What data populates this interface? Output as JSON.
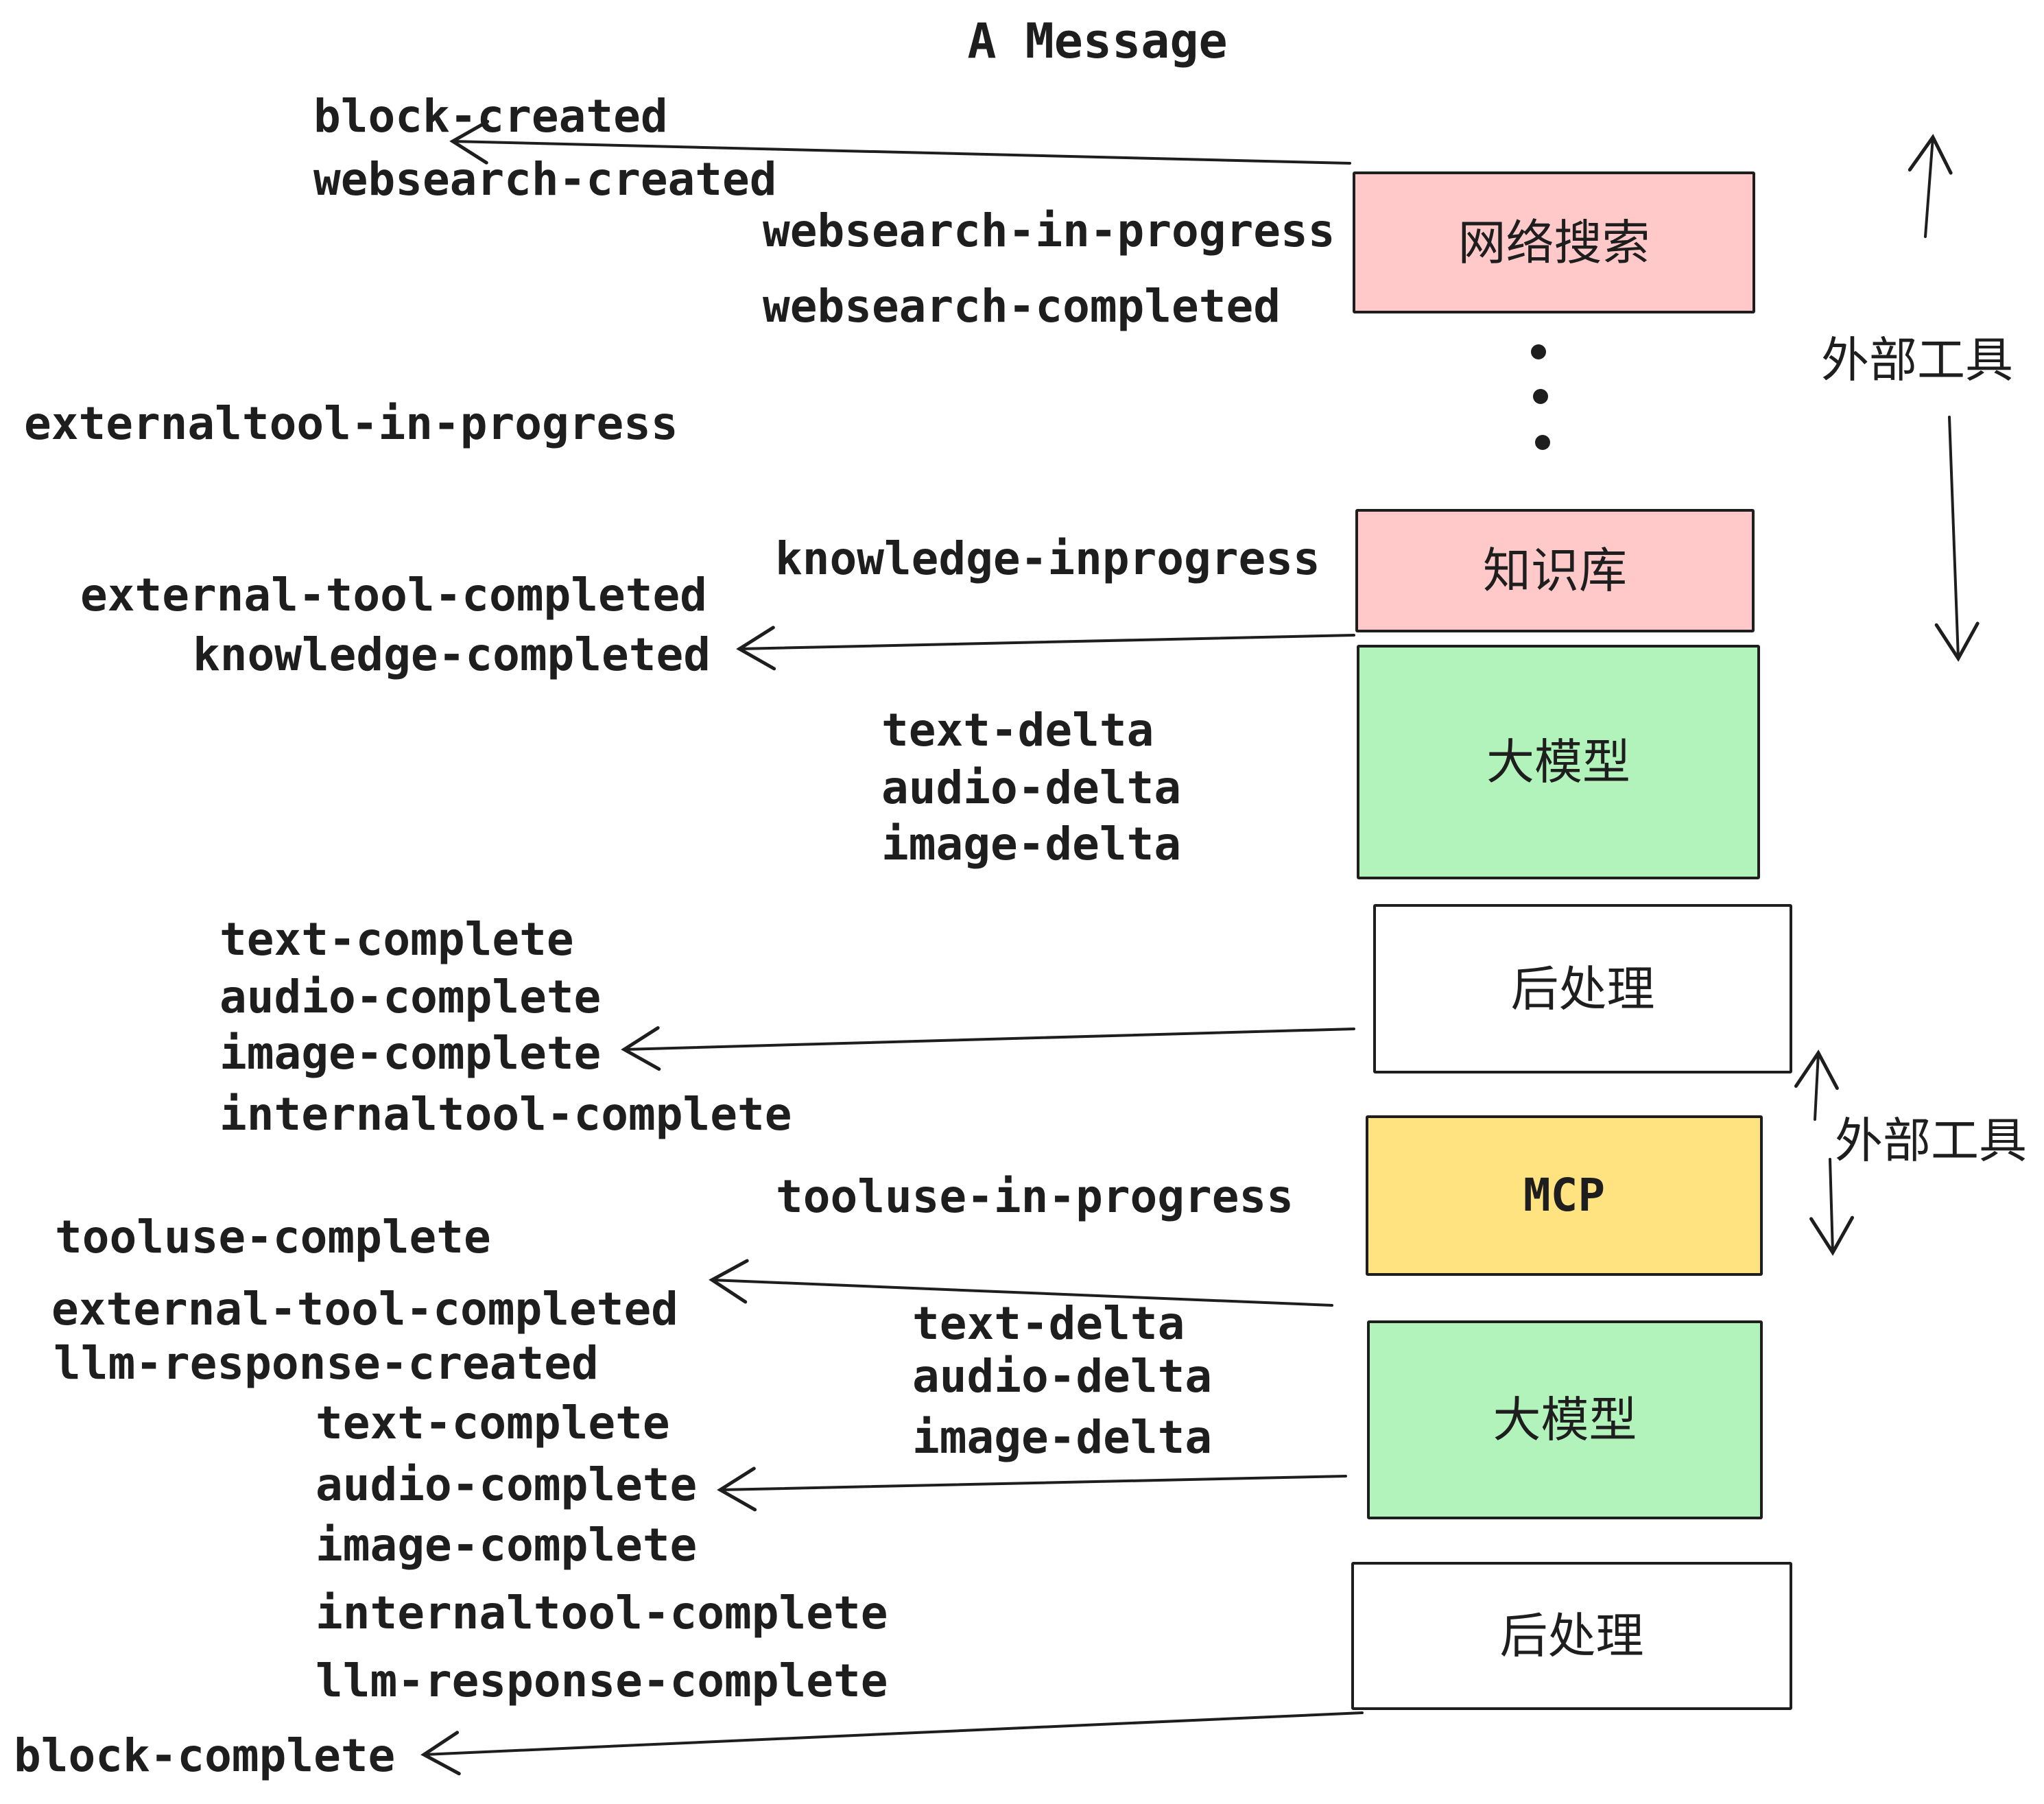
{
  "title": "A Message",
  "colors": {
    "ink": "#1e1e1e",
    "pink": "#ffc9c9",
    "green": "#b2f2bb",
    "yellow": "#ffe380",
    "white": "#ffffff"
  },
  "boxes": [
    {
      "id": "websearch",
      "label": "网络搜索"
    },
    {
      "id": "knowledge",
      "label": "知识库"
    },
    {
      "id": "llm-1",
      "label": "大模型"
    },
    {
      "id": "postprocess-1",
      "label": "后处理"
    },
    {
      "id": "mcp",
      "label": "MCP"
    },
    {
      "id": "llm-2",
      "label": "大模型"
    },
    {
      "id": "postprocess-2",
      "label": "后处理"
    }
  ],
  "side": {
    "external_tools_top": "外部工具",
    "external_tools_bottom": "外部工具"
  },
  "events": {
    "block_created": "block-created",
    "websearch_created": "websearch-created",
    "websearch_in_progress": "websearch-in-progress",
    "websearch_completed": "websearch-completed",
    "externaltool_in_progress": "externaltool-in-progress",
    "knowledge_inprogress": "knowledge-inprogress",
    "external_tool_completed_1": "external-tool-completed",
    "knowledge_completed": "knowledge-completed",
    "text_delta_1": "text-delta",
    "audio_delta_1": "audio-delta",
    "image_delta_1": "image-delta",
    "text_complete_1": "text-complete",
    "audio_complete_1": "audio-complete",
    "image_complete_1": "image-complete",
    "internaltool_complete_1": "internaltool-complete",
    "tooluse_in_progress": "tooluse-in-progress",
    "tooluse_complete": "tooluse-complete",
    "external_tool_completed_2": "external-tool-completed",
    "llm_response_created": "llm-response-created",
    "text_delta_2": "text-delta",
    "audio_delta_2": "audio-delta",
    "image_delta_2": "image-delta",
    "text_complete_2": "text-complete",
    "audio_complete_2": "audio-complete",
    "image_complete_2": "image-complete",
    "internaltool_complete_2": "internaltool-complete",
    "llm_response_complete": "llm-response-complete",
    "block_complete": "block-complete"
  }
}
